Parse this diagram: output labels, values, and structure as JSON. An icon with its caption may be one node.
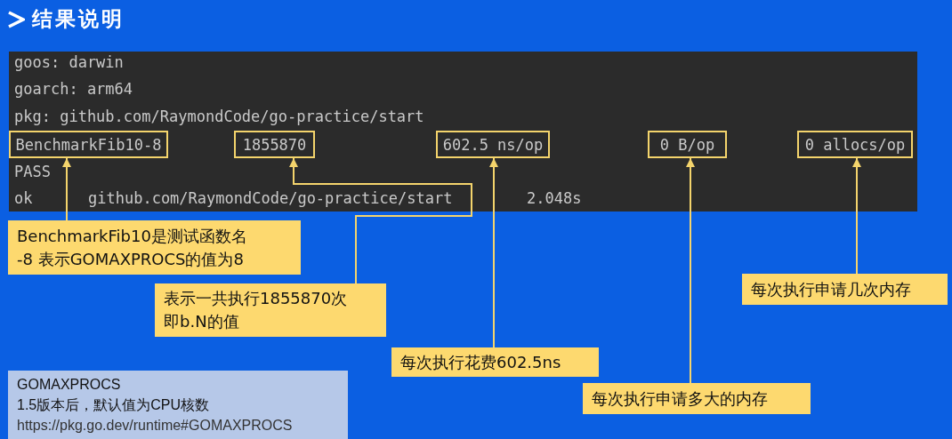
{
  "diagram": {
    "title": "结果说明",
    "nodes": [
      {
        "text": [
          "goos: darwin",
          "goarch: arm64",
          "pkg: github.com/RaymondCode/go-practice/start",
          "PASS",
          "ok",
          "github.com/RaymondCode/go-practice/start",
          "2.048s"
        ]
      },
      {
        "text": [
          "BenchmarkFib10-8"
        ],
        "in": 0
      },
      {
        "text": [
          "1855870"
        ],
        "in": 0
      },
      {
        "text": [
          "602.5 ns/op"
        ],
        "in": 0
      },
      {
        "text": [
          "0 B/op"
        ],
        "in": 0
      },
      {
        "text": [
          "0 allocs/op"
        ],
        "in": 0
      },
      {
        "text": [
          "BenchmarkFib10是测试函数名",
          "-8 表示GOMAXPROCS的值为8"
        ]
      },
      {
        "text": [
          "表示一共执行1855870次",
          "即b.N的值"
        ]
      },
      {
        "text": [
          "每次执行花费602.5ns"
        ]
      },
      {
        "text": [
          "每次执行申请多大的内存"
        ]
      },
      {
        "text": [
          "每次执行申请几次内存"
        ]
      },
      {
        "text": [
          "GOMAXPROCS",
          "1.5版本后，默认值为CPU核数",
          "https://pkg.go.dev/runtime#GOMAXPROCS"
        ]
      }
    ],
    "edges": [
      {
        "from": 6,
        "to": 1,
        "arrow": "to"
      },
      {
        "from": 7,
        "to": 2,
        "arrow": "to"
      },
      {
        "from": 8,
        "to": 3,
        "arrow": "to"
      },
      {
        "from": 9,
        "to": 4,
        "arrow": "to"
      },
      {
        "from": 10,
        "to": 5,
        "arrow": "to"
      }
    ]
  }
}
